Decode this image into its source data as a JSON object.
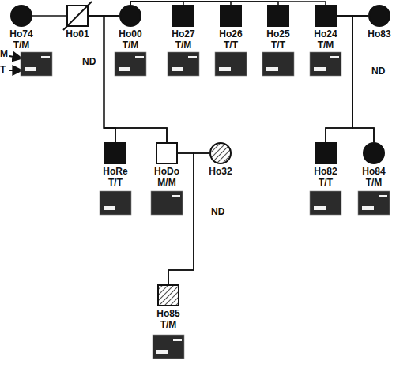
{
  "diagram": {
    "nodes": [
      {
        "text": [
          "Ho74",
          "T/M"
        ]
      },
      {
        "text": [
          "Ho01"
        ]
      },
      {
        "text": [
          "Ho00",
          "T/M"
        ]
      },
      {
        "text": [
          "Ho27",
          "T/M"
        ]
      },
      {
        "text": [
          "Ho26",
          "T/T"
        ]
      },
      {
        "text": [
          "Ho25",
          "T/T"
        ]
      },
      {
        "text": [
          "Ho24",
          "T/M"
        ]
      },
      {
        "text": [
          "Ho83"
        ]
      },
      {
        "text": [
          "HoRe",
          "T/T"
        ]
      },
      {
        "text": [
          "HoDo",
          "M/M"
        ]
      },
      {
        "text": [
          "Ho32"
        ]
      },
      {
        "text": [
          "Ho82",
          "T/T"
        ]
      },
      {
        "text": [
          "Ho84",
          "T/M"
        ]
      },
      {
        "text": [
          "Ho85",
          "T/M"
        ]
      }
    ],
    "edges": [
      {
        "from": 0,
        "to": 1,
        "arrow": "none"
      },
      {
        "from": 1,
        "to": 2,
        "arrow": "none"
      },
      {
        "from": 2,
        "to": 3,
        "arrow": "none"
      },
      {
        "from": 2,
        "to": 4,
        "arrow": "none"
      },
      {
        "from": 2,
        "to": 5,
        "arrow": "none"
      },
      {
        "from": 2,
        "to": 6,
        "arrow": "none"
      },
      {
        "from": 6,
        "to": 7,
        "arrow": "none"
      },
      {
        "from": 1,
        "to": 8,
        "arrow": "none"
      },
      {
        "from": 2,
        "to": 8,
        "arrow": "none"
      },
      {
        "from": 1,
        "to": 9,
        "arrow": "none"
      },
      {
        "from": 2,
        "to": 9,
        "arrow": "none"
      },
      {
        "from": 9,
        "to": 10,
        "arrow": "none"
      },
      {
        "from": 6,
        "to": 11,
        "arrow": "none"
      },
      {
        "from": 7,
        "to": 11,
        "arrow": "none"
      },
      {
        "from": 6,
        "to": 12,
        "arrow": "none"
      },
      {
        "from": 7,
        "to": 12,
        "arrow": "none"
      },
      {
        "from": 9,
        "to": 13,
        "arrow": "none"
      },
      {
        "from": 10,
        "to": 13,
        "arrow": "none"
      }
    ],
    "labels": [
      "M",
      "T",
      "ND",
      "ND",
      "ND"
    ]
  }
}
